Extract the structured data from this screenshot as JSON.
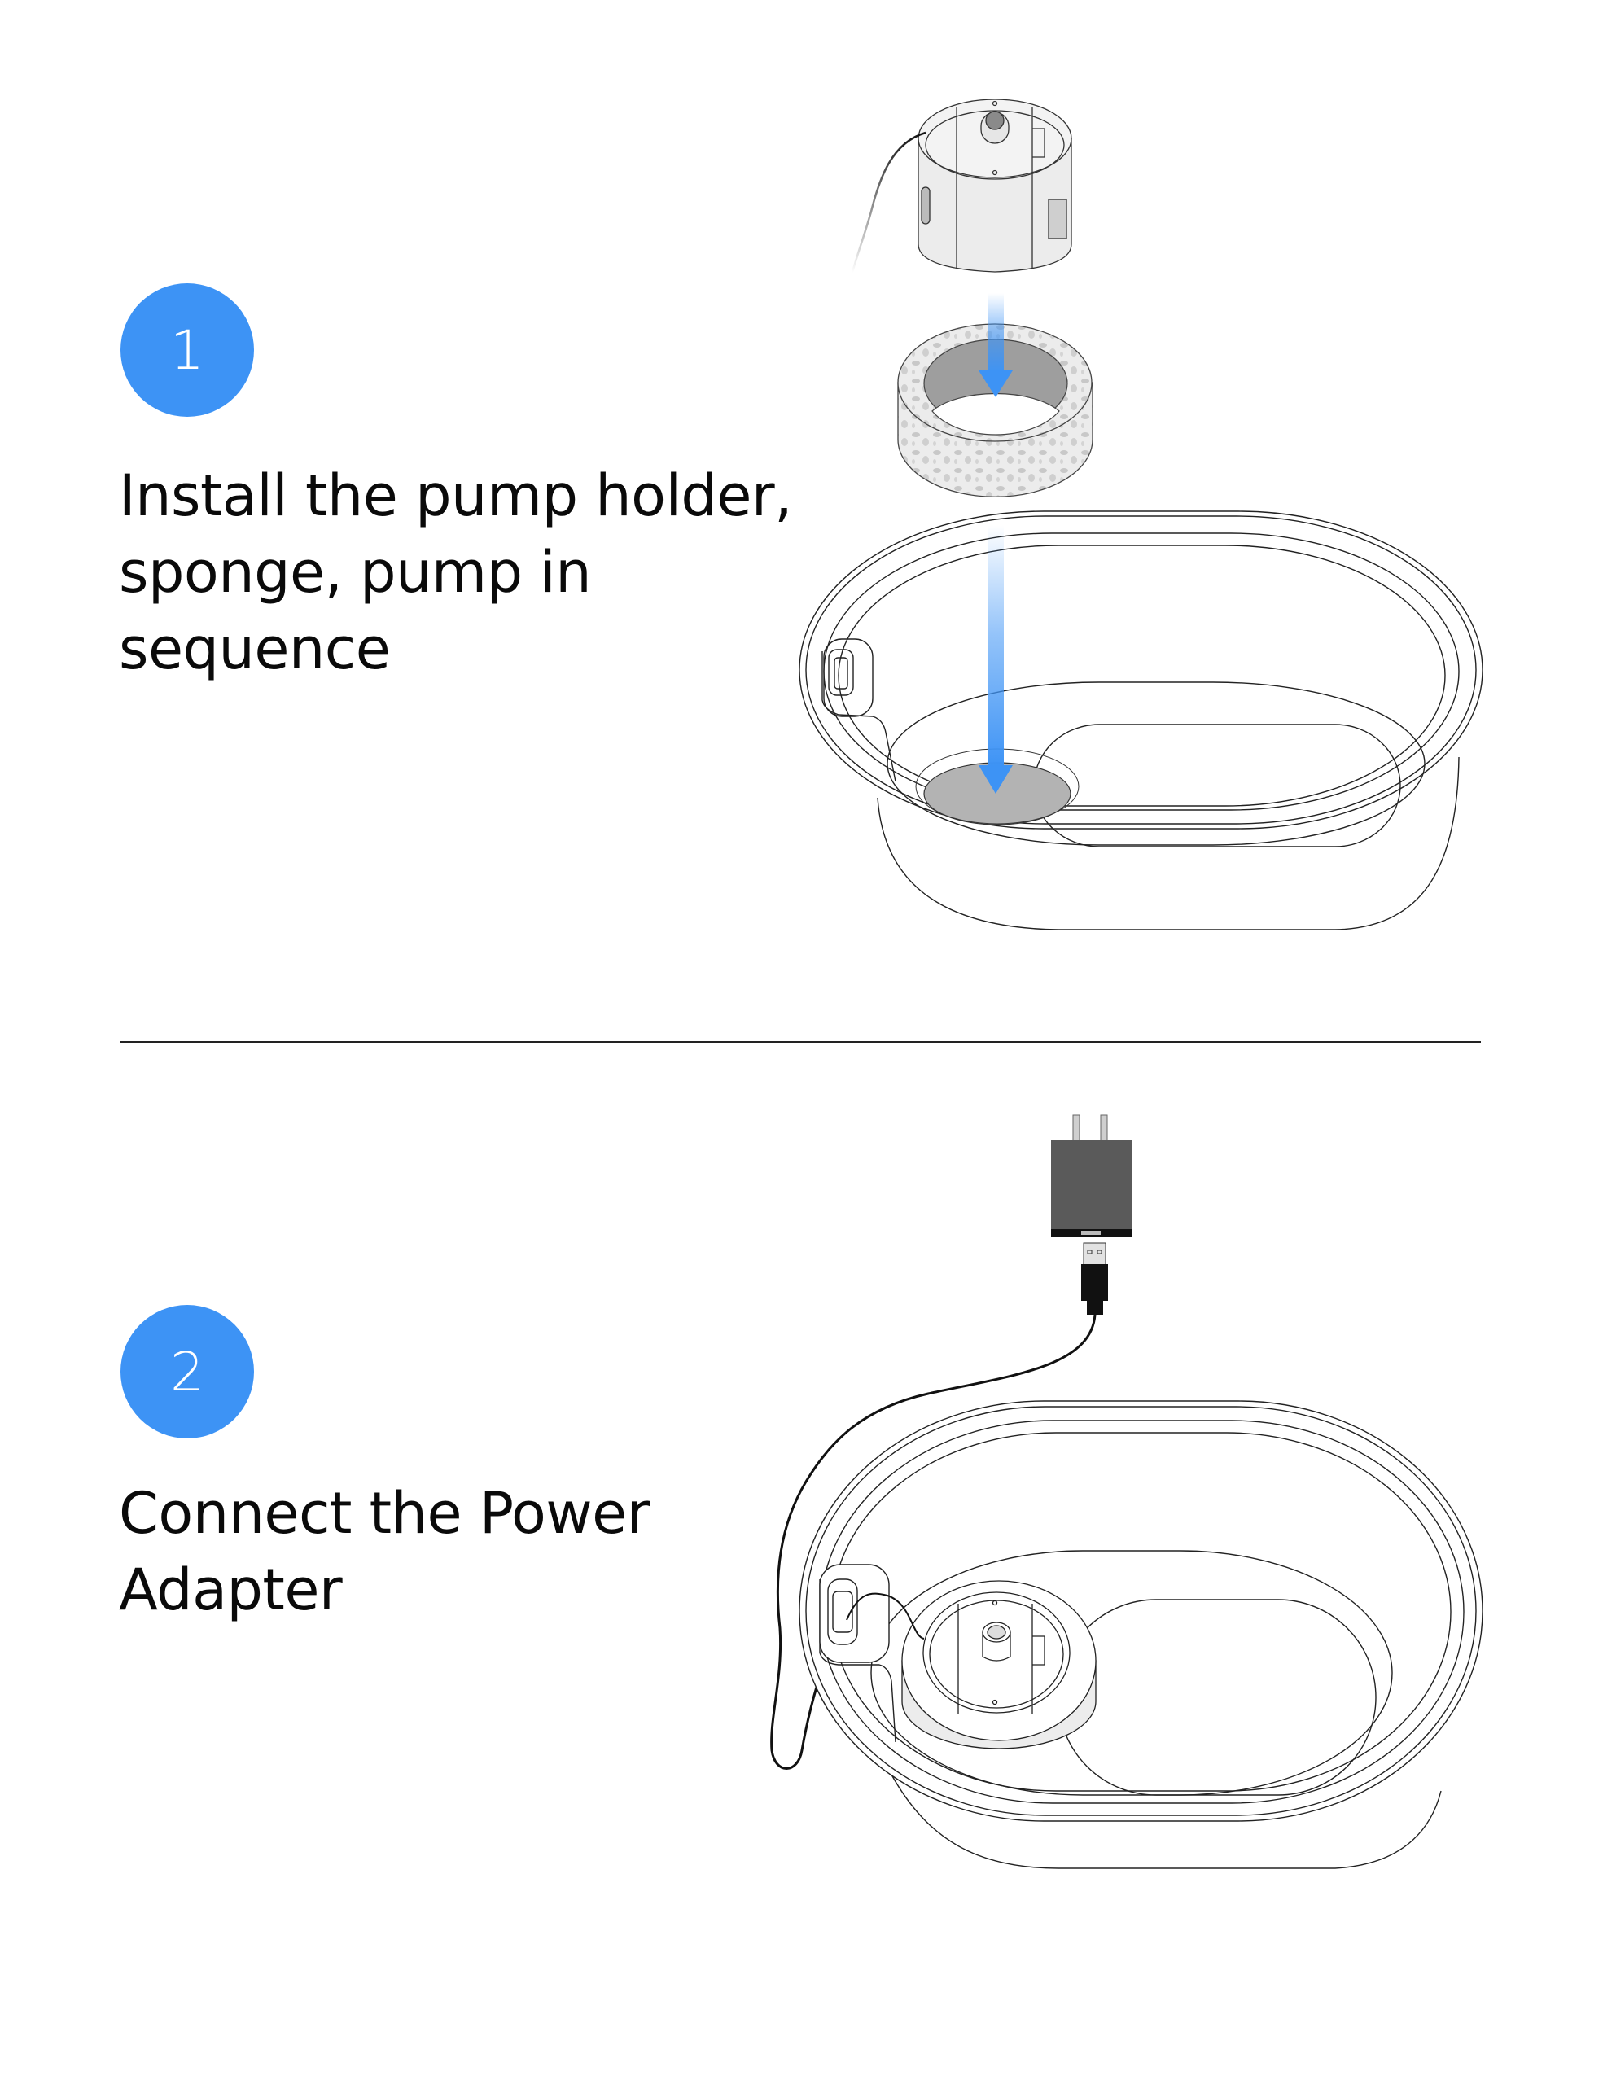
{
  "colors": {
    "accent": "#3d93f5",
    "text": "#0a0a0a",
    "divider": "#222222",
    "adapter": "#5a5a5a",
    "holder_disc": "#b3b3b3"
  },
  "steps": [
    {
      "number": "1",
      "lines": [
        "Install the pump holder,",
        "sponge, pump in",
        "sequence"
      ],
      "illustration": {
        "parts": [
          "pump-icon",
          "sponge-icon",
          "bowl-icon",
          "down-arrow-icon"
        ]
      }
    },
    {
      "number": "2",
      "lines": [
        "Connect the Power",
        "Adapter"
      ],
      "illustration": {
        "parts": [
          "power-adapter-icon",
          "usb-plug-icon",
          "cable-icon",
          "bowl-with-pump-icon"
        ]
      }
    }
  ]
}
